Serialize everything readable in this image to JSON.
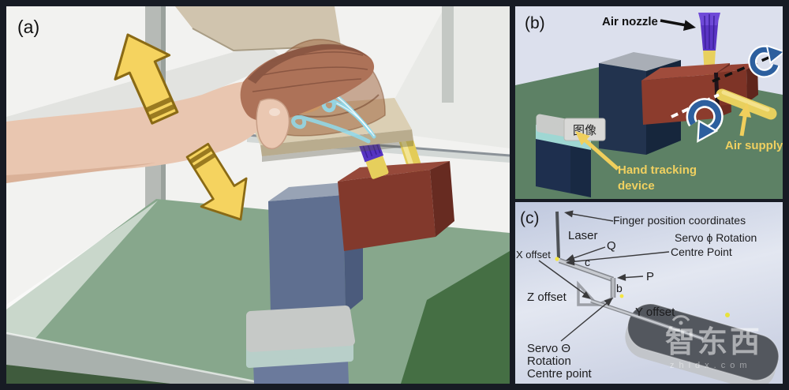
{
  "panels": {
    "a": {
      "label": "(a)"
    },
    "b": {
      "label": "(b)",
      "annotations": {
        "air_nozzle": "Air nozzle",
        "image_tag": "图像",
        "hand_tracking_line1": "Hand tracking",
        "hand_tracking_line2": "device",
        "air_supply": "Air supply"
      }
    },
    "c": {
      "label": "(c)",
      "annotations": {
        "finger_position": "Finger position coordinates",
        "laser": "Laser",
        "q": "Q",
        "servo_phi_line1": "Servo ϕ Rotation",
        "servo_phi_line2": "Centre Point",
        "x_offset": "X offset",
        "c_segment": "c",
        "p": "P",
        "b_segment": "b",
        "z_offset": "Z offset",
        "y_offset": "Y offset",
        "servo_theta_line1": "Servo Θ",
        "servo_theta_line2": "Rotation",
        "servo_theta_line3": "Centre point"
      }
    }
  },
  "watermark": {
    "brand": "智东西",
    "domain": "zhidx.com"
  },
  "colors": {
    "background": "#171b24",
    "panel_a_bg": "#f2f2f0",
    "panel_b_bg": "#dce0ed",
    "panel_c_bg": "#cdd4e6",
    "table_green": "#87a78c",
    "ground_green": "#5d8165",
    "arrow_yellow": "#f5d35f",
    "label_yellow": "#f0d060",
    "nozzle_purple": "#5a35c4",
    "tube_yellow": "#e8d05e",
    "box_red": "#8c3c2d",
    "box_blue": "#5f6f90",
    "device_navy": "#1e2f4e",
    "teal_band": "#9fd7d3",
    "rotation_blue": "#2d5f9e",
    "skin_tone": "#e9c6b0",
    "dome_amber": "#a5693f",
    "air_stream_cyan": "#8fd9ec"
  }
}
